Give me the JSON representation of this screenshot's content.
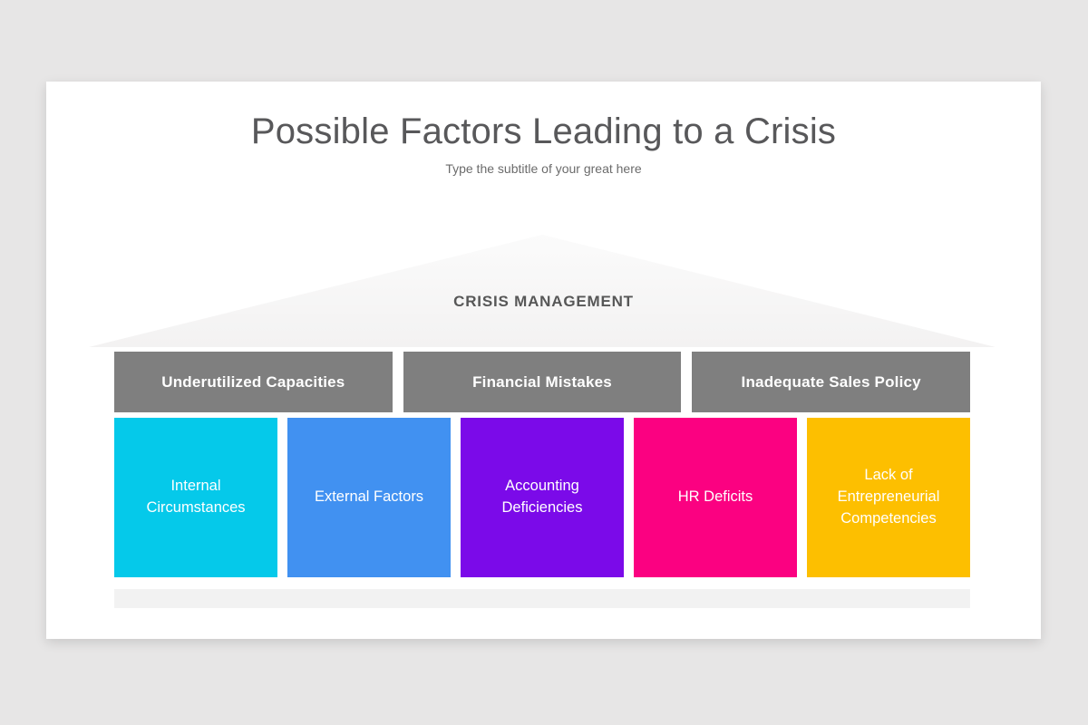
{
  "page": {
    "background": "#E7E6E6"
  },
  "slide": {
    "title": "Possible Factors Leading to a Crisis",
    "subtitle": "Type the subtitle of your great here",
    "roof_label": "CRISIS MANAGEMENT",
    "categories": [
      {
        "label": "Underutilized Capacities"
      },
      {
        "label": "Financial Mistakes"
      },
      {
        "label": "Inadequate Sales Policy"
      }
    ],
    "factors": [
      {
        "label": "Internal Circumstances",
        "color": "#05C9EA"
      },
      {
        "label": "External Factors",
        "color": "#4191F1"
      },
      {
        "label": "Accounting Deficiencies",
        "color": "#7B0AE9"
      },
      {
        "label": "HR Deficits",
        "color": "#FB0181"
      },
      {
        "label": "Lack of Entrepreneurial Competencies",
        "color": "#FDBF00"
      }
    ],
    "colors": {
      "category_bar": "#7F7F7F",
      "roof_fill": "#F5F4F4",
      "bottom_bar": "#F2F2F2",
      "title_text": "#58585A",
      "subtitle_text": "#6B6B6B",
      "card": "#FFFFFF"
    }
  }
}
